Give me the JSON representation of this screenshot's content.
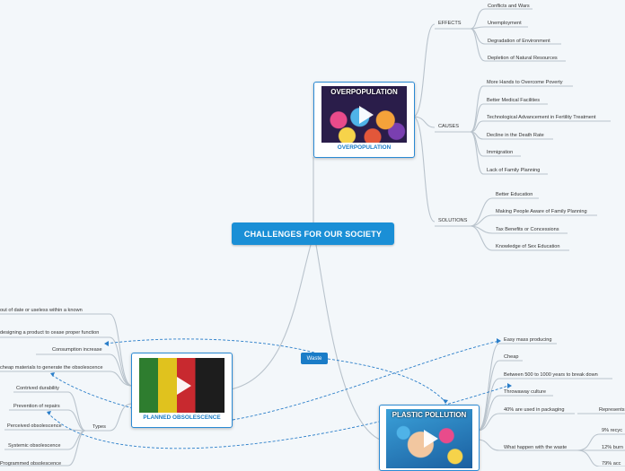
{
  "central": {
    "label": "CHALLENGES FOR OUR SOCIETY"
  },
  "overpopulation": {
    "thumb_title": "OVERPOPULATION",
    "caption": "OVERPOPULATION",
    "effects": {
      "label": "EFFECTS",
      "items": [
        "Conflicts and Wars",
        "Unemployment",
        "Degradation of Environment",
        "Depletion of Natural Resources"
      ]
    },
    "causes": {
      "label": "CAUSES",
      "items": [
        "More Hands to Overcome Poverty",
        "Better Medical Facilities",
        "Technological Advancement in Fertility Treatment",
        "Decline in the Death Rate",
        "Immigration",
        "Lack of Family Planning"
      ]
    },
    "solutions": {
      "label": "SOLUTIONS",
      "items": [
        "Better Education",
        "Making People Aware of Family Planning",
        "Tax Benefits or Concessions",
        "Knowledge of Sex Education"
      ]
    }
  },
  "planned_obsolescence": {
    "caption": "PLANNED OBSOLESCENCE",
    "left_items": [
      "out of date or useless within a known",
      "designing a product to cease proper function",
      "Consumption increase",
      "cheap materials to generate the obsolescence"
    ],
    "types": {
      "label": "Types",
      "items": [
        "Contrived durability",
        "Prevention of repairs",
        "Perceived obsolescence",
        "Systemic obsolescence",
        "Programmed obsolescence"
      ]
    }
  },
  "waste": {
    "label": "Waste"
  },
  "plastic_pollution": {
    "thumb_title": "PLASTIC POLLUTION",
    "items": [
      "Easy mass producing",
      "Cheap",
      "Between 500 to 1000 years to break down",
      "Throwaway culture",
      "40% are used in packaging",
      "What happen with the waste"
    ],
    "packaging_sub": "Represents",
    "waste_sub": [
      "9% recyc",
      "12% burn",
      "79% acc"
    ]
  },
  "colors": {
    "accent": "#1a8fd6",
    "line": "#b9c3cc",
    "link": "#2a7ec9"
  }
}
